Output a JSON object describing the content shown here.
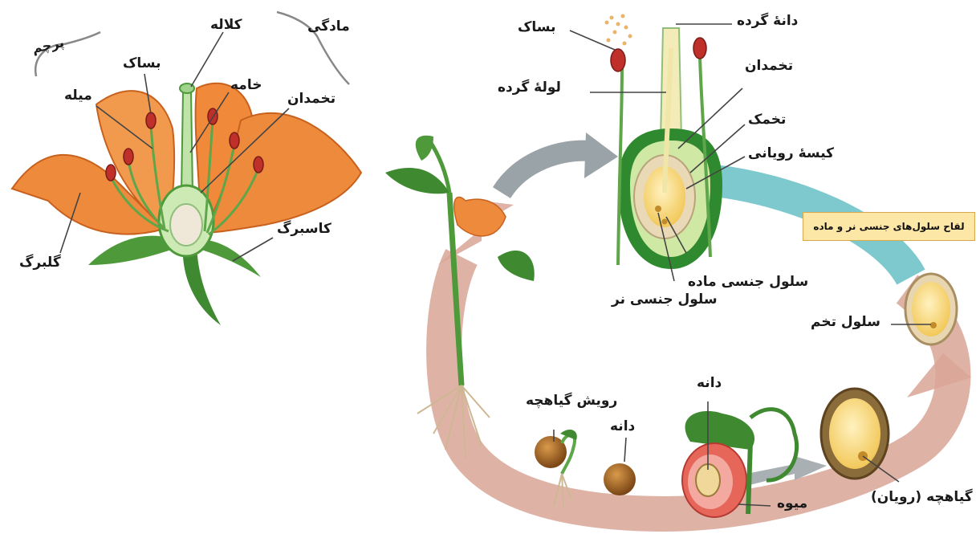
{
  "left_flower": {
    "stamen_group": "پرچم",
    "pistil_group": "مادگی",
    "anther": "بساک",
    "stigma": "کلاله",
    "style": "خامه",
    "filament": "میله",
    "ovary": "تخمدان",
    "petal": "گلبرگ",
    "sepal": "کاسبرگ"
  },
  "pollination_detail": {
    "anther": "بساک",
    "pollen_grain": "دانهٔ گرده",
    "pollen_tube": "لولهٔ گرده",
    "ovary": "تخمدان",
    "ovule": "تخمک",
    "embryo_sac": "کیسهٔ رویانی",
    "female_cell": "سلول جنسی ماده",
    "male_cell": "سلول جنسی نر"
  },
  "cycle": {
    "fertilization_banner": "لقاح سلول‌های جنسی نر و ماده",
    "zygote": "سلول تخم",
    "embryo": "گیاهچه (رویان)",
    "fruit": "میوه",
    "seed_in_fruit": "دانه",
    "seed": "دانه",
    "germination": "رویش گیاهچه"
  },
  "colors": {
    "petal": "#f08a3a",
    "sepal": "#4e9a3a",
    "cycle_arrow": "#d9a597",
    "fertilization_arrow": "#6fc3c8",
    "pollination_arrow": "#9aa3a8"
  }
}
